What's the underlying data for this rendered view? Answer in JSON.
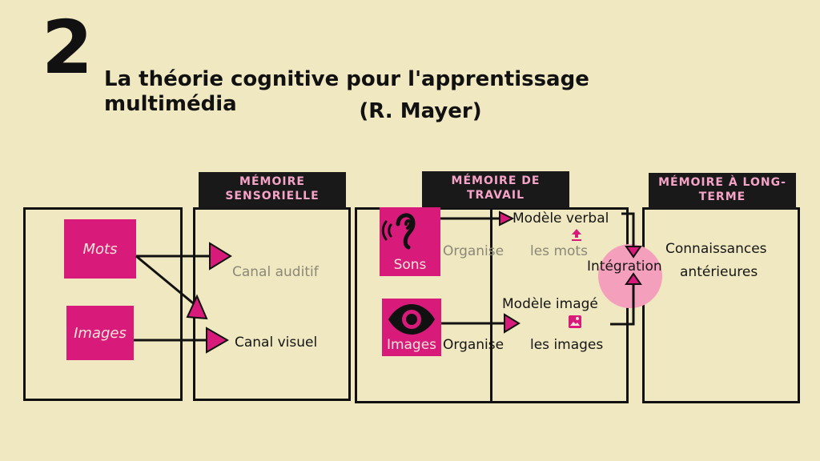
{
  "header": {
    "number": "2",
    "title": "La théorie cognitive pour l'apprentissage multimédia",
    "subtitle": "(R. Mayer)"
  },
  "sections": {
    "sensory": "MÉMOIRE SENSORIELLE",
    "working": "MÉMOIRE DE TRAVAIL",
    "longterm": "MÉMOIRE À LONG-TERME"
  },
  "inputs": {
    "words": "Mots",
    "images": "Images"
  },
  "channels": {
    "auditory": "Canal auditif",
    "visual": "Canal visuel"
  },
  "working": {
    "sounds_label": "Sons",
    "images_label": "Images",
    "organise_top": "Organise",
    "organise_bottom": "Organise",
    "words": "les mots",
    "images": "les images",
    "verbal_model": "Modèle verbal",
    "image_model": "Modèle imagé",
    "integration": "Intégration"
  },
  "longterm": {
    "knowledge_line1": "Connaissances",
    "knowledge_line2": "antérieures"
  },
  "colors": {
    "background": "#efe8c0",
    "accent": "#d81b7a",
    "header_bg": "#191919",
    "header_text": "#f5a3c7",
    "glow": "#f4a0bd"
  },
  "icons": [
    "ear-icon",
    "eye-icon",
    "upload-icon",
    "image-icon",
    "arrow-head-icon"
  ]
}
